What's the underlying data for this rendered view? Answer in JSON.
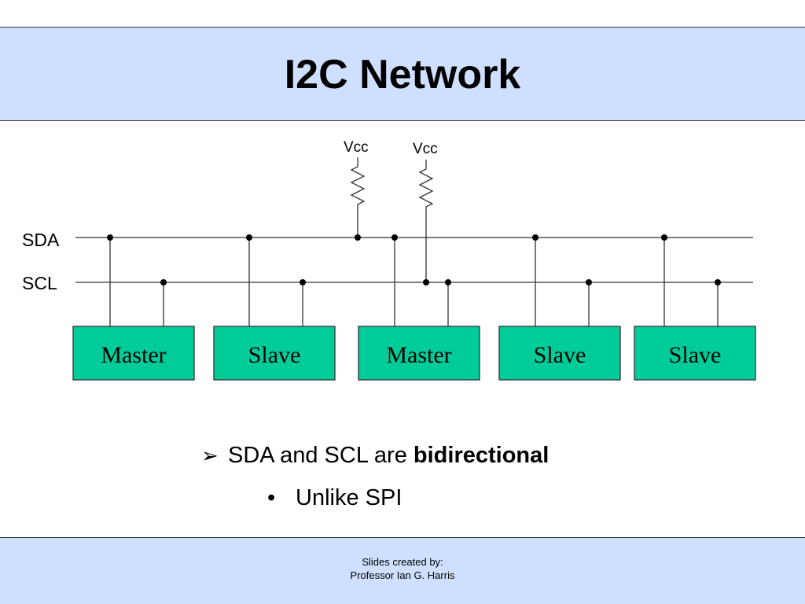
{
  "slide": {
    "title": "I2C Network",
    "band_color": "#cfdfff"
  },
  "diagram": {
    "bus_labels": {
      "sda": "SDA",
      "scl": "SCL"
    },
    "pullups": [
      {
        "label": "Vcc",
        "connects_to": "SDA"
      },
      {
        "label": "Vcc",
        "connects_to": "SCL"
      }
    ],
    "devices": [
      {
        "label": "Master"
      },
      {
        "label": "Slave"
      },
      {
        "label": "Master"
      },
      {
        "label": "Slave"
      },
      {
        "label": "Slave"
      }
    ],
    "device_color": "#00cc99"
  },
  "bullets": {
    "item1_marker": "➢",
    "item1_prefix": "SDA and SCL are ",
    "item1_bold": "bidirectional",
    "item2_marker": "•",
    "item2_text": "Unlike SPI"
  },
  "footer": {
    "line1": "Slides created by:",
    "line2": "Professor Ian G. Harris"
  }
}
